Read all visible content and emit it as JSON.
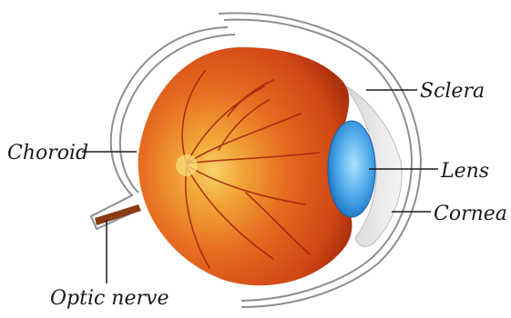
{
  "labels": {
    "sclera": "Sclera",
    "lens": "Lens",
    "cornea": "Cornea",
    "choroid": "Choroid",
    "optic_nerve": "Optic nerve"
  },
  "colors": {
    "eyeball_center": "#f6c24a",
    "eyeball_mid": "#e8651e",
    "eyeball_edge": "#b9360f",
    "vessels": "#a3200e",
    "lens_light": "#9ad8ff",
    "lens_dark": "#1f7fd0",
    "outline": "#9a9a9a",
    "leader_line": "#1a1a1a"
  }
}
